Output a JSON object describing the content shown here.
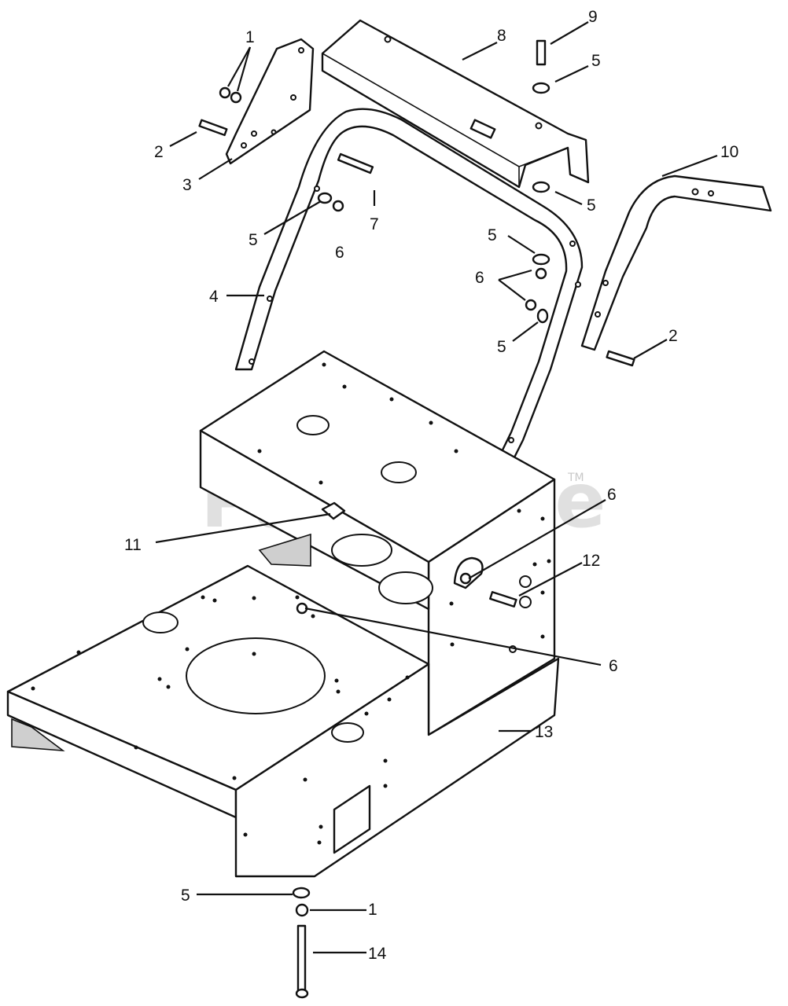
{
  "watermark": {
    "text": "PartsTree",
    "tm": "TM"
  },
  "callouts": {
    "c1_top": "1",
    "c2_left": "2",
    "c3": "3",
    "c4": "4",
    "c5_mid_left": "5",
    "c6_mid_left": "6",
    "c7": "7",
    "c8": "8",
    "c9": "9",
    "c5_top_right": "5",
    "c5_right_upper": "5",
    "c10": "10",
    "c5_right_mid": "5",
    "c6_right": "6",
    "c5_right_lower": "5",
    "c2_right": "2",
    "c6_lower_right": "6",
    "c11": "11",
    "c12": "12",
    "c6_bottom_right": "6",
    "c13": "13",
    "c5_bottom": "5",
    "c1_bottom": "1",
    "c14": "14"
  }
}
